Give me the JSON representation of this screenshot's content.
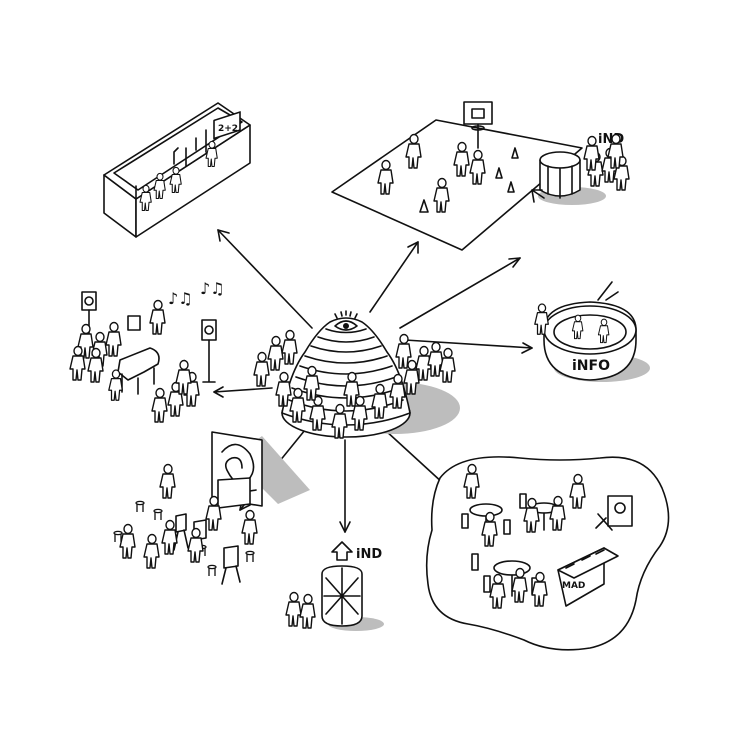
{
  "labels": {
    "ind_top": "iND",
    "ind_bottom": "iND",
    "ring_text": "iNFO",
    "screen_text": "2+2",
    "equipment_text": "MAD"
  },
  "colors": {
    "ink": "#111111",
    "shadow": "#bdbdbd",
    "paper": "#ffffff"
  }
}
